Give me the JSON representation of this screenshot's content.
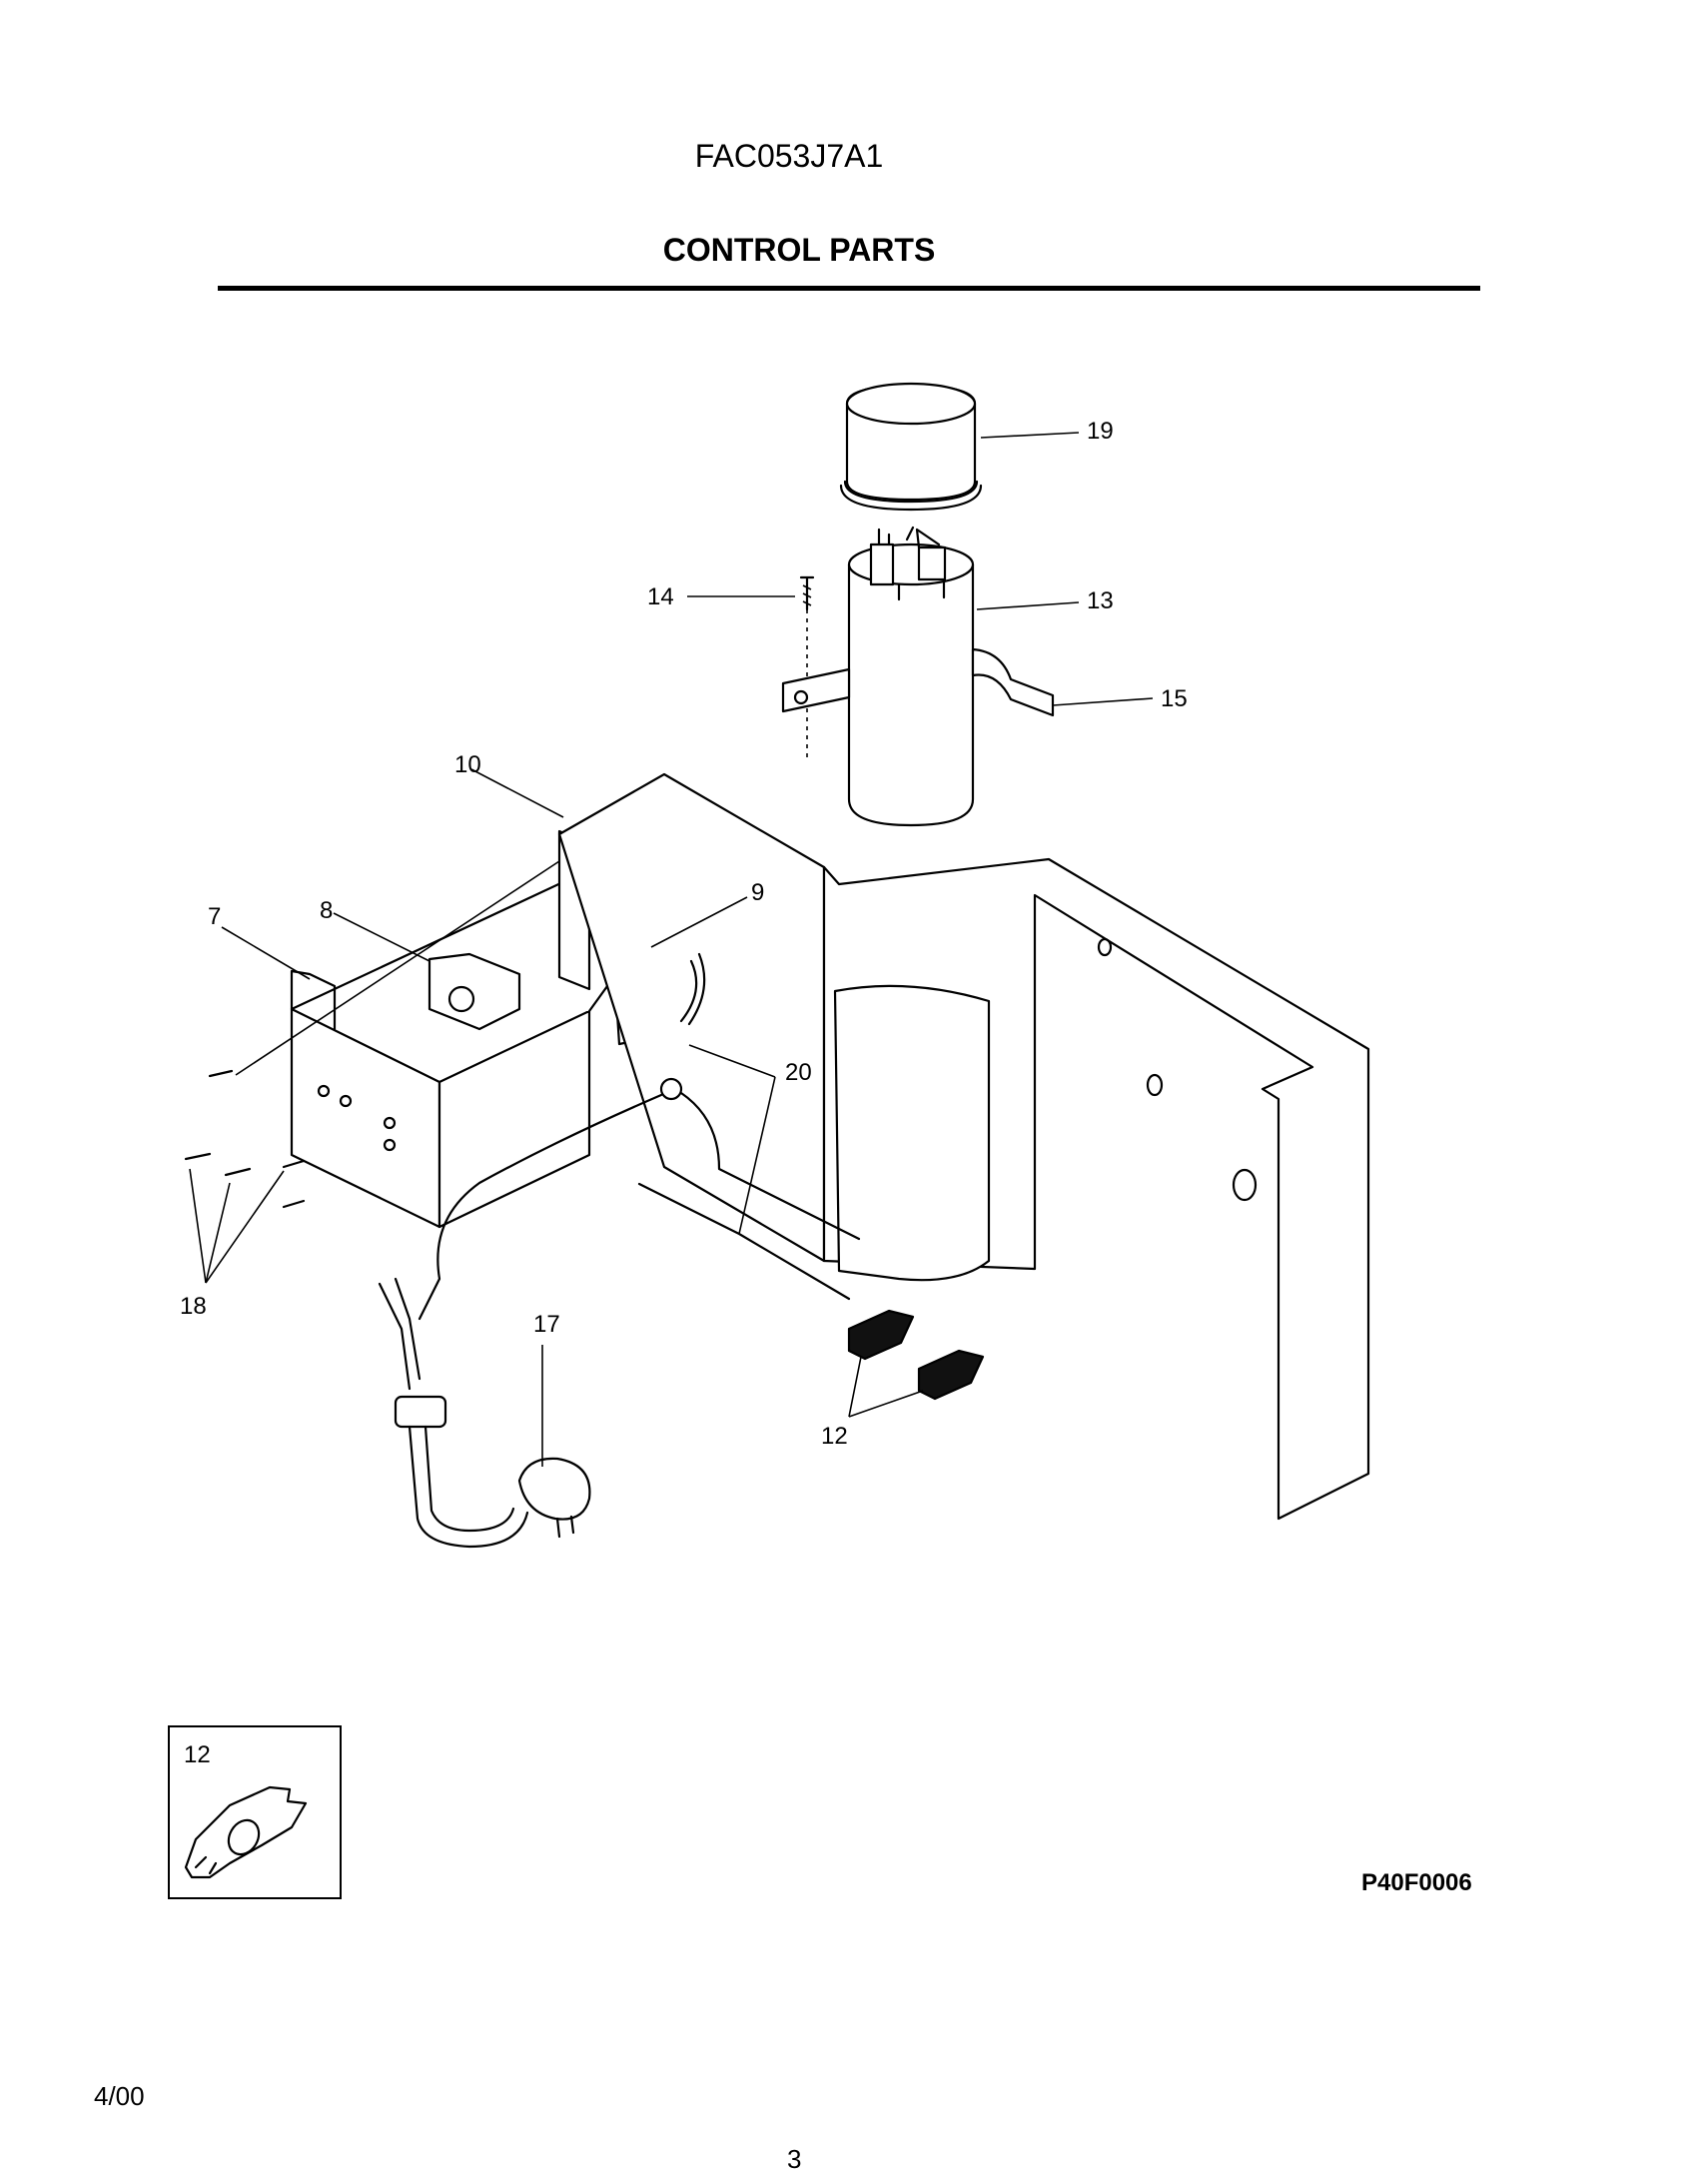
{
  "header": {
    "model_number": "FAC053J7A1",
    "section_title": "CONTROL PARTS"
  },
  "callouts": {
    "c19": "19",
    "c14": "14",
    "c13": "13",
    "c15": "15",
    "c10": "10",
    "c9": "9",
    "c7": "7",
    "c8": "8",
    "c20": "20",
    "c18": "18",
    "c17": "17",
    "c12": "12"
  },
  "inset": {
    "part_number": "12"
  },
  "footer": {
    "drawing_code": "P40F0006",
    "date": "4/00",
    "page_number": "3"
  }
}
